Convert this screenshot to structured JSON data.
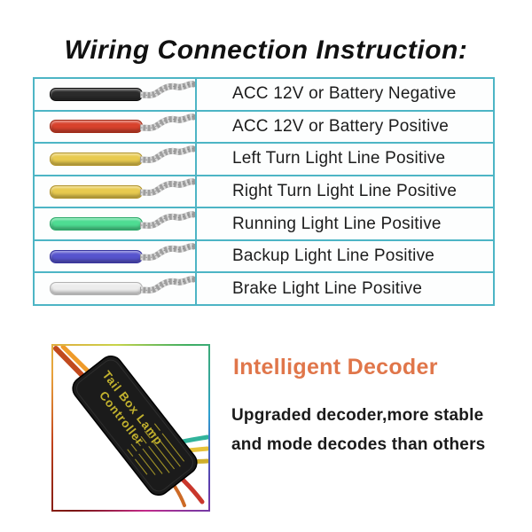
{
  "title": "Wiring Connection Instruction:",
  "table": {
    "border_color": "#4db5c5",
    "rows": [
      {
        "wire": "black-wire",
        "color": "#2b2b2b",
        "edge": "#0d0d0d",
        "label": "ACC 12V or Battery Negative"
      },
      {
        "wire": "red-wire",
        "color": "#d8422c",
        "edge": "#9e2a16",
        "label": "ACC 12V or Battery Positive"
      },
      {
        "wire": "yellow-wire",
        "color": "#e8ca4f",
        "edge": "#b0922a",
        "label": "Left Turn Light Line Positive"
      },
      {
        "wire": "yellow-wire",
        "color": "#e8ca4f",
        "edge": "#b0922a",
        "label": "Right Turn Light Line Positive"
      },
      {
        "wire": "green-wire",
        "color": "#4edc92",
        "edge": "#2aa868",
        "label": "Running Light Line Positive"
      },
      {
        "wire": "blue-wire",
        "color": "#5754ce",
        "edge": "#37349e",
        "label": "Backup Light Line Positive"
      },
      {
        "wire": "white-wire",
        "color": "#ececec",
        "edge": "#b2b2b2",
        "label": "Brake Light Line Positive"
      }
    ]
  },
  "product": {
    "device_label_line1": "Tail Box Lamp",
    "device_label_line2": "Controller",
    "device_text_color": "#c2b22e"
  },
  "decoder": {
    "heading": "Intelligent Decoder",
    "heading_color": "#e0764a",
    "line1": "Upgraded decoder,more stable",
    "line2": "and mode decodes than others"
  }
}
